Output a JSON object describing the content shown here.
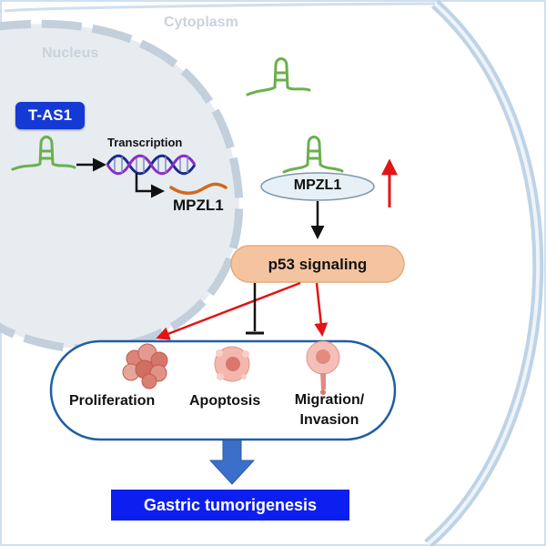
{
  "labels": {
    "cytoplasm": "Cytoplasm",
    "nucleus": "Nucleus",
    "t_as1": "T-AS1",
    "transcription": "Transcription",
    "mpzl1_nucleus": "MPZL1",
    "mpzl1_cytoplasm": "MPZL1",
    "p53_signaling": "p53 signaling",
    "proliferation": "Proliferation",
    "apoptosis": "Apoptosis",
    "migration_line1": "Migration/",
    "migration_line2": "Invasion",
    "outcome": "Gastric tumorigenesis"
  },
  "colors": {
    "cell_membrane": "#c7d9ea",
    "nucleus_fill": "#e7ecf1",
    "rna": "#6ab04c",
    "mrna": "#d2691e",
    "promote_arrow": "#e31414",
    "signal_arrow": "#111111",
    "p53_fill": "#f4c4a0",
    "mpzl1_fill": "#e6f0f6",
    "outcome_bg": "#0d1ff0",
    "tas1_bg": "#1539d4",
    "down_arrow": "#3b6fc9"
  }
}
